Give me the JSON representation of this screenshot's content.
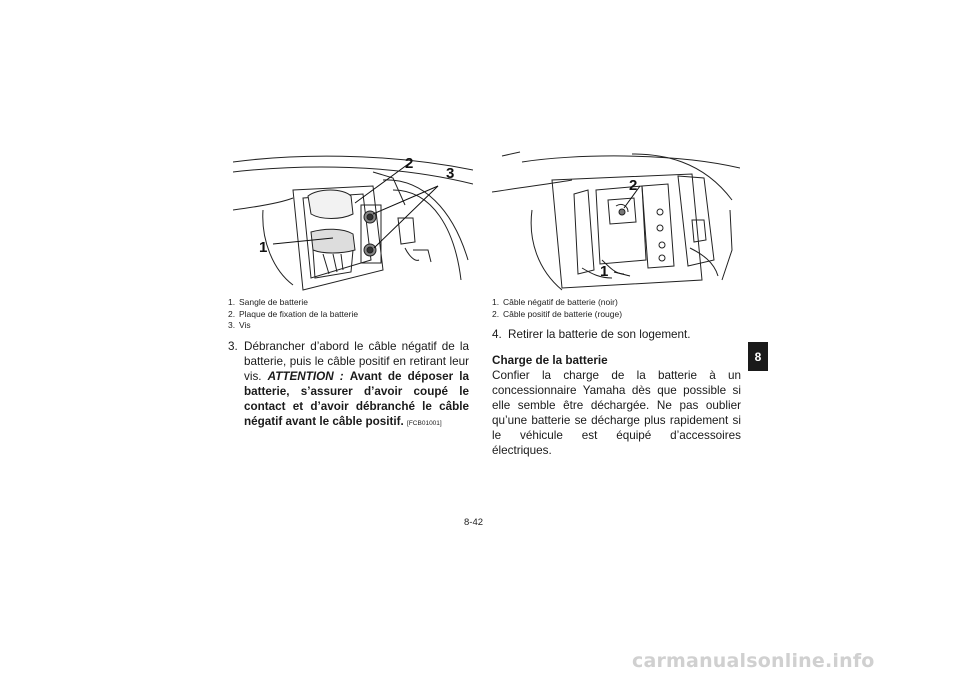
{
  "figure_left": {
    "callouts": [
      "2",
      "3",
      "1"
    ]
  },
  "figure_right": {
    "callouts": [
      "2",
      "1"
    ]
  },
  "legend_left": [
    {
      "num": "1.",
      "text": "Sangle de batterie"
    },
    {
      "num": "2.",
      "text": "Plaque de fixation de la batterie"
    },
    {
      "num": "3.",
      "text": "Vis"
    }
  ],
  "legend_right": [
    {
      "num": "1.",
      "text": "Câble négatif de batterie (noir)"
    },
    {
      "num": "2.",
      "text": "Câble positif de batterie (rouge)"
    }
  ],
  "step3": {
    "num": "3.",
    "text": "Débrancher d’abord le câble négatif de la batterie, puis le câble positif en retirant leur vis.",
    "attention_label": "ATTENTION :",
    "warning": "Avant de déposer la batterie, s’assurer d’avoir coupé le contact et d’avoir débranché le câble négatif avant le câble positif.",
    "code": "[FCB01001]"
  },
  "step4": {
    "num": "4.",
    "text": "Retirer la batterie de son logement."
  },
  "section": {
    "heading": "Charge de la batterie",
    "body": "Confier la charge de la batterie à un concessionnaire Yamaha dès que possible si elle semble être déchargée. Ne pas oublier qu’une batterie se décharge plus rapidement si le véhicule est équipé d’accessoires électriques."
  },
  "tab_marker": "8",
  "page_number": "8-42",
  "watermark": "carmanualsonline.info"
}
